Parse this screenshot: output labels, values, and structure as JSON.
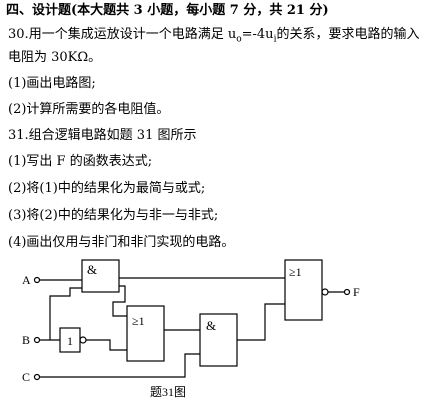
{
  "section_heading": "四、设计题(本大题共 3 小题，每小题 7 分，共 21 分)",
  "q30": {
    "number": "30.",
    "text_a": "用一个集成运放设计一个电路满足 u",
    "sub_o": "o",
    "text_b": "=-4u",
    "sub_i": "i",
    "text_c": "的关系，要求电路的输入",
    "text_d": "电阻为 30KΩ。",
    "part1": "(1)画出电路图;",
    "part2": "(2)计算所需要的各电阻值。"
  },
  "q31": {
    "intro": "31.组合逻辑电路如题 31 图所示",
    "part1": "(1)写出 F 的函数表达式;",
    "part2": "(2)将(1)中的结果化为最简与或式;",
    "part3": "(3)将(2)中的结果化为与非一与非式;",
    "part4": "(4)画出仅用与非门和非门实现的电路。"
  },
  "figure": {
    "input_a": "A",
    "input_b": "B",
    "input_c": "C",
    "output_f": "F",
    "and_gate_1": "&",
    "and_gate_2": "&",
    "not_gate": "1",
    "or_gate_1": "≥1",
    "or_gate_2": "≥1",
    "caption": "题31图"
  }
}
